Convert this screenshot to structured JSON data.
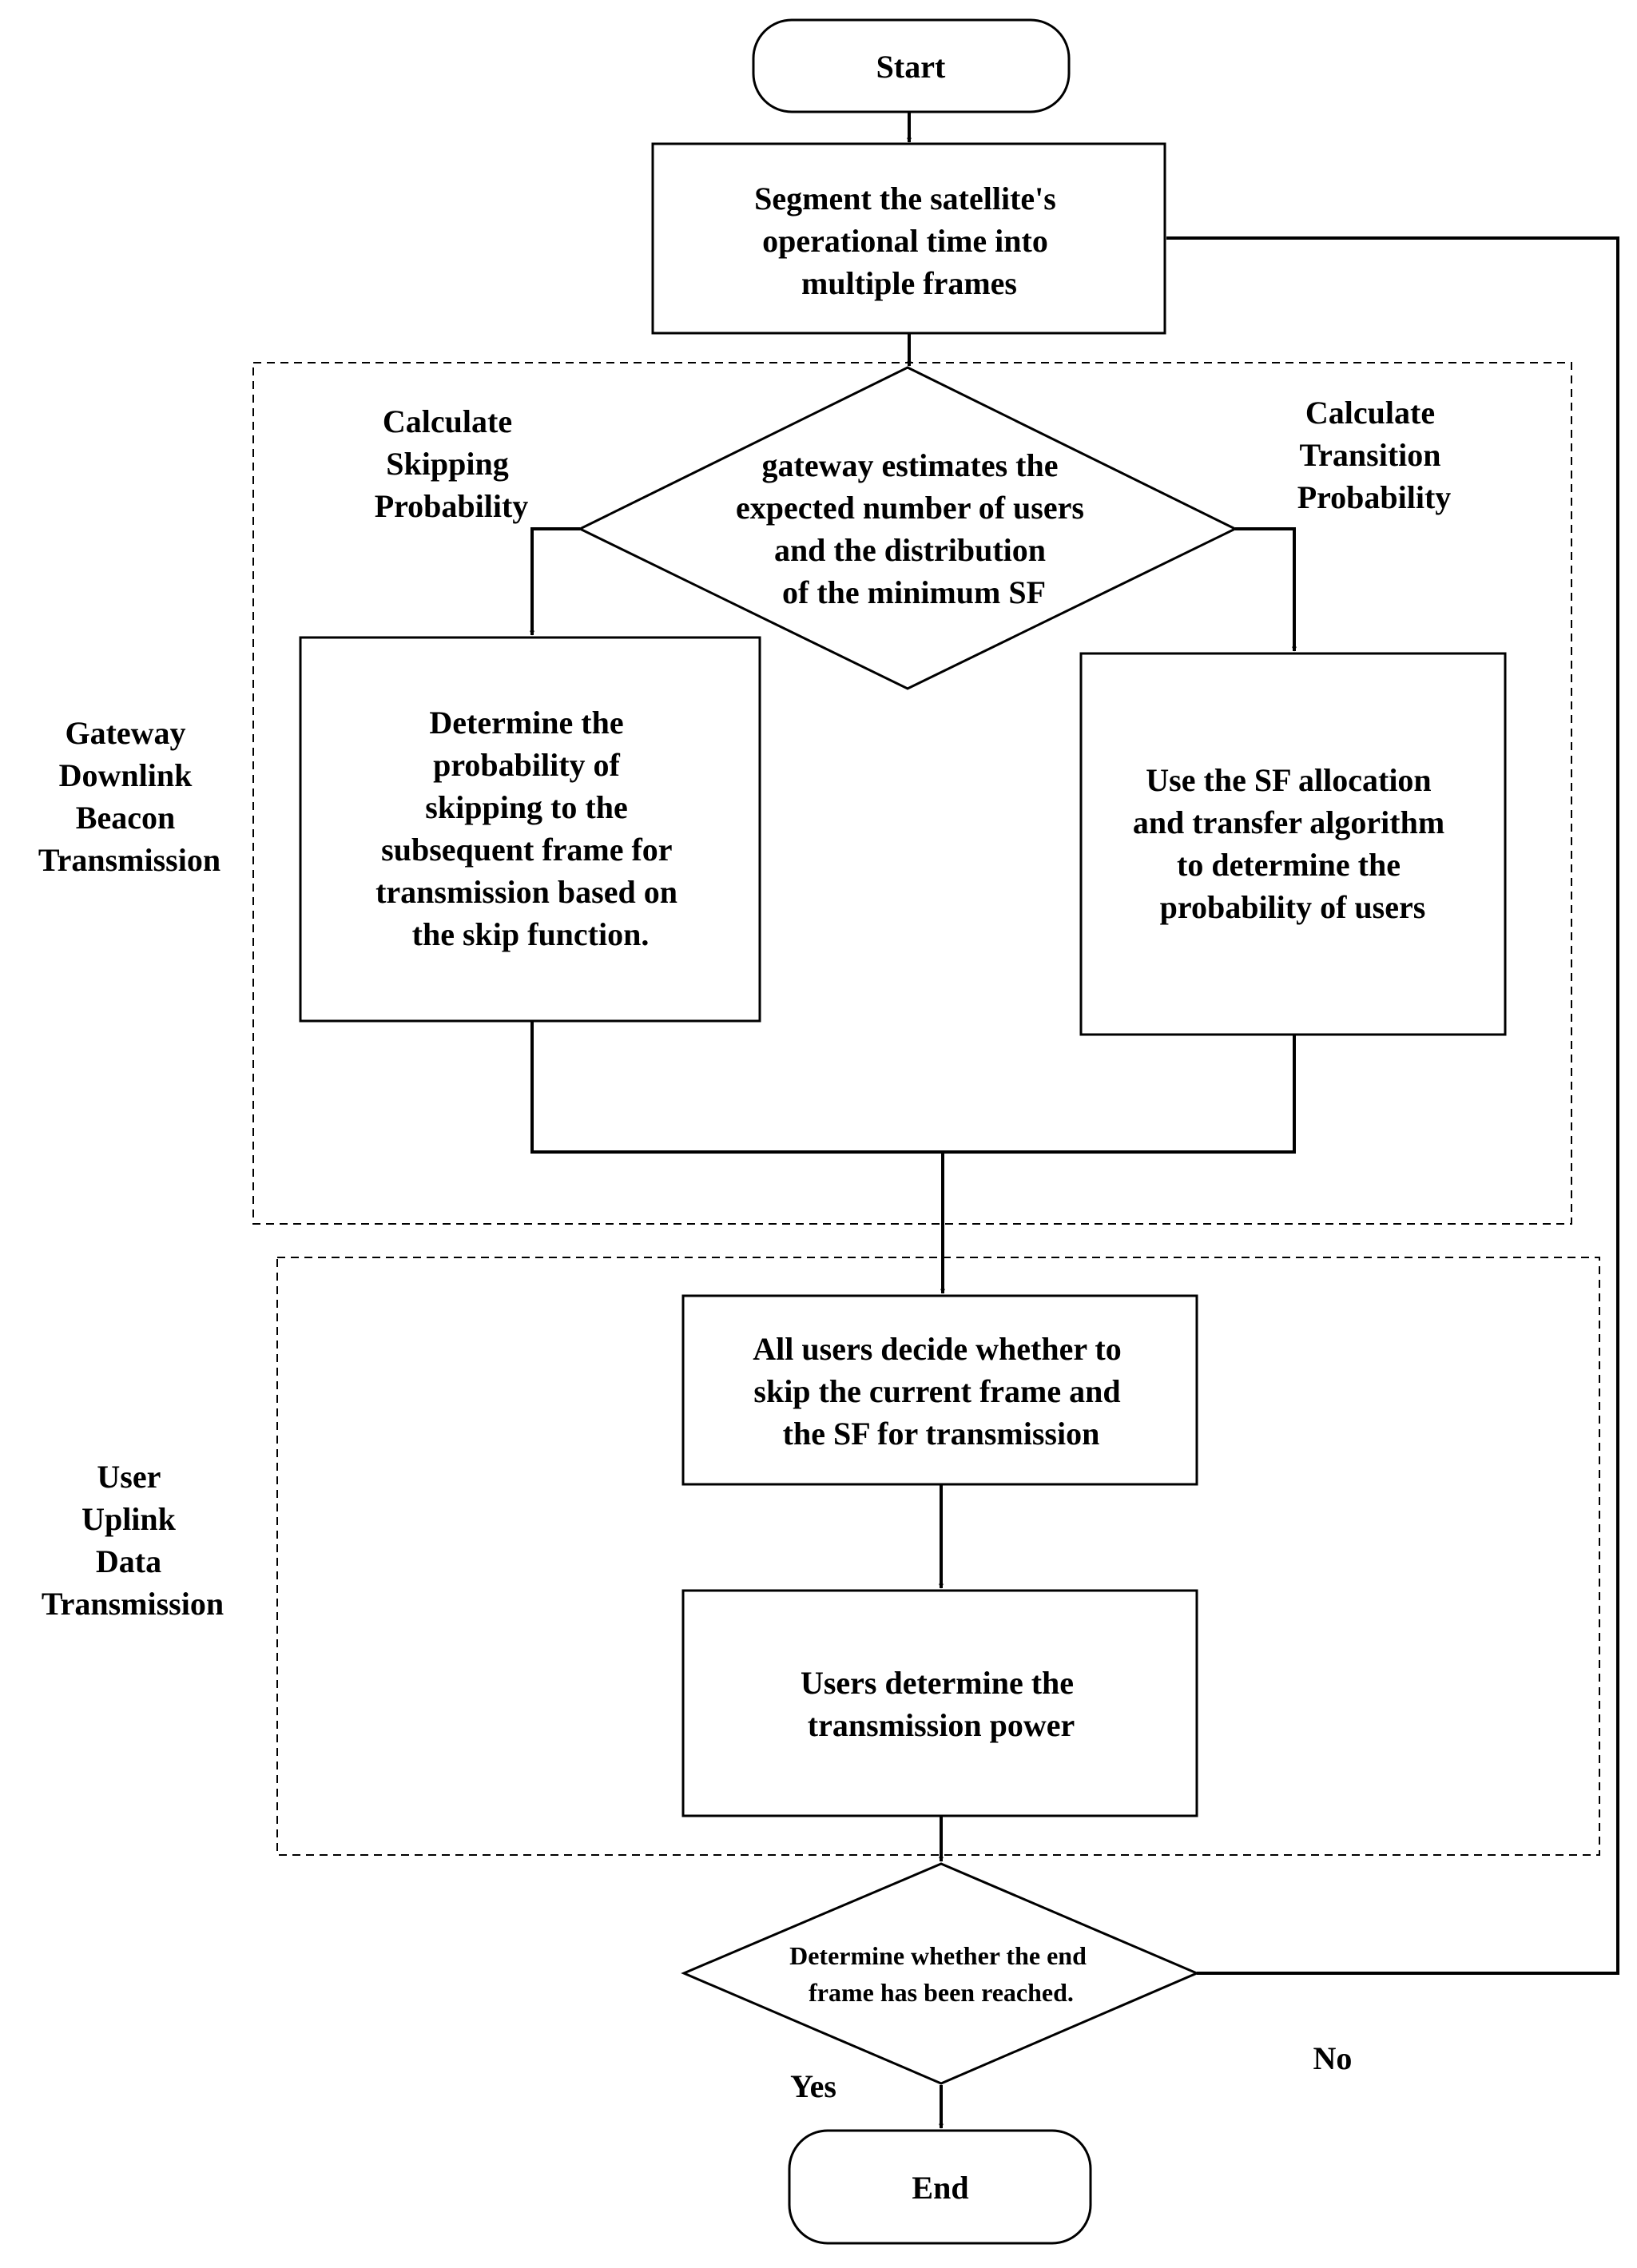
{
  "nodes": {
    "start": {
      "label": "Start"
    },
    "segment": {
      "lines": [
        "Segment the satellite's",
        "operational time into",
        "multiple frames"
      ]
    },
    "gateway_decision": {
      "lines": [
        "gateway estimates the",
        "expected number of users",
        "and the distribution",
        "of the minimum SF"
      ]
    },
    "skip_box": {
      "lines": [
        "Determine the",
        "probability of",
        "skipping to the",
        "subsequent frame for",
        "transmission based on",
        "the skip function."
      ]
    },
    "sf_box": {
      "lines": [
        "Use the SF allocation",
        "and transfer algorithm",
        "to determine the",
        "probability of users"
      ]
    },
    "users_decide": {
      "lines": [
        "All users decide whether to",
        "skip the current frame and",
        "the SF for transmission"
      ]
    },
    "power_box": {
      "lines": [
        "Users determine the",
        "transmission power"
      ]
    },
    "end_decision": {
      "lines": [
        "Determine whether the end",
        "frame has been reached."
      ]
    },
    "end": {
      "label": "End"
    }
  },
  "branch_labels": {
    "skipping": [
      "Calculate",
      "Skipping",
      "Probability"
    ],
    "transition": [
      "Calculate",
      "Transition",
      "Probability"
    ],
    "yes": "Yes",
    "no": "No"
  },
  "groups": {
    "gateway": [
      "Gateway",
      "Downlink",
      "Beacon",
      "Transmission"
    ],
    "user": [
      "User",
      "Uplink",
      "Data",
      "Transmission"
    ]
  }
}
